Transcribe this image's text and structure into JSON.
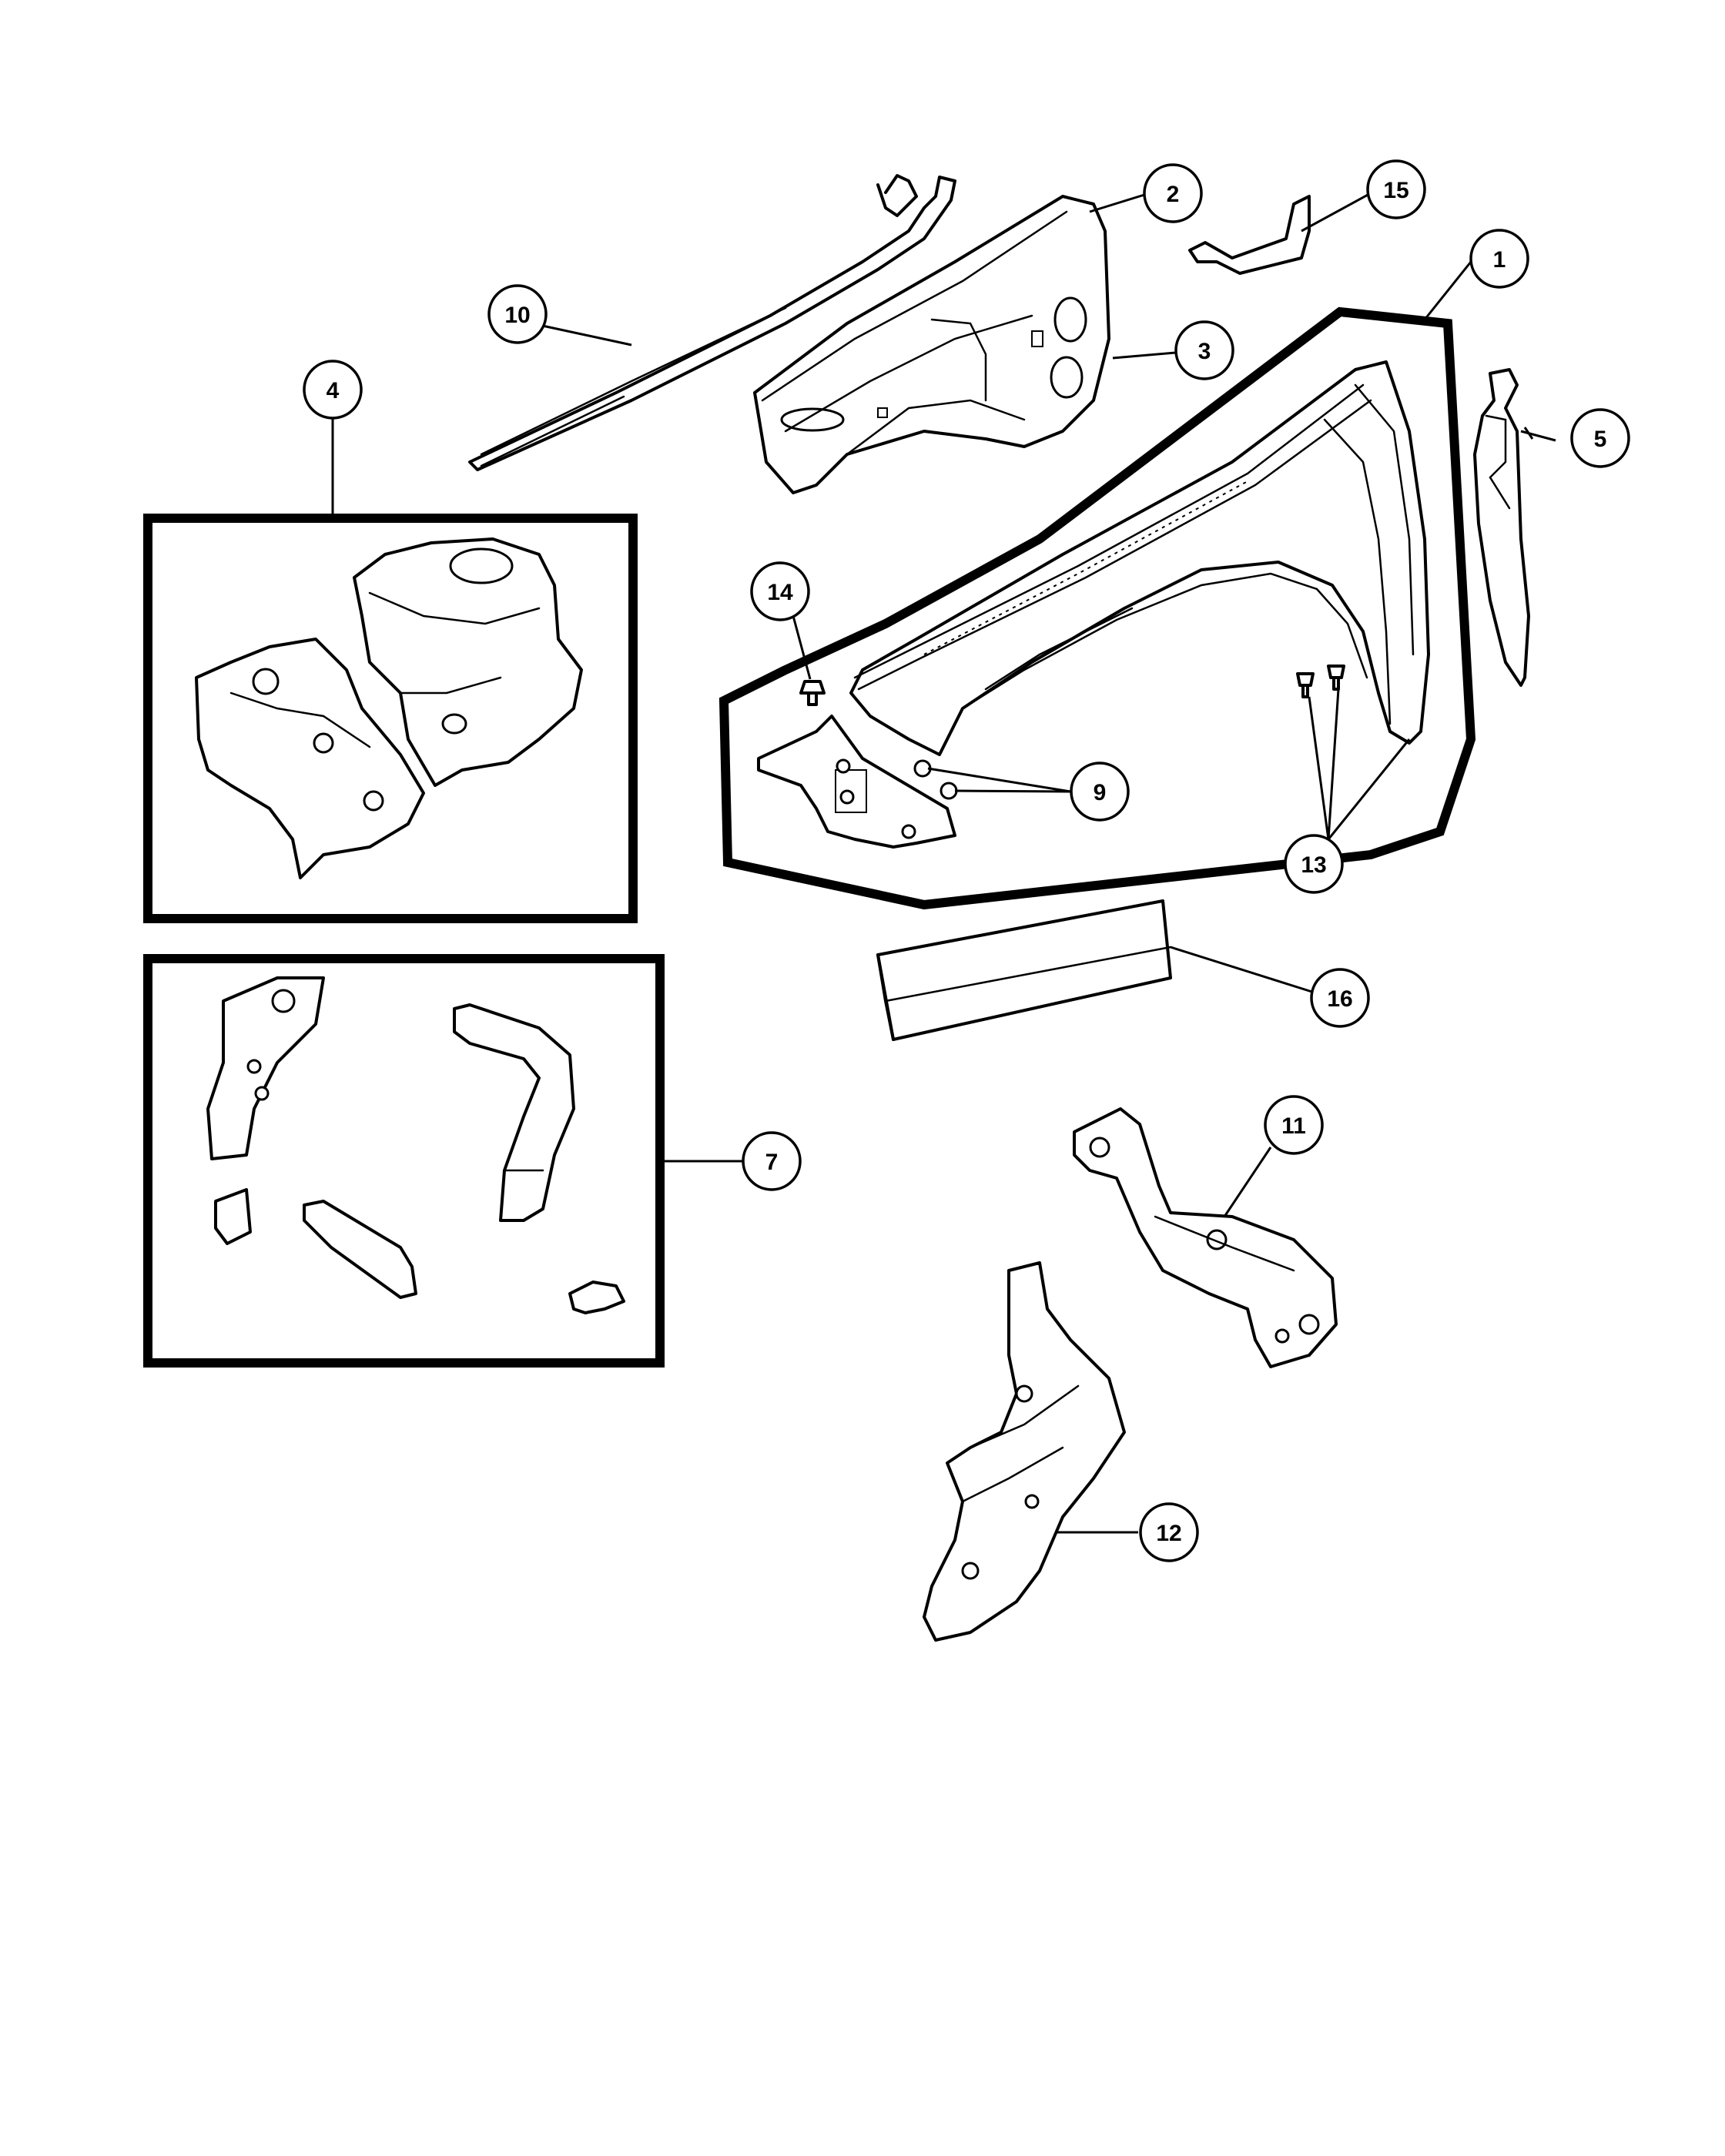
{
  "callouts": {
    "c1": "1",
    "c2": "2",
    "c3": "3",
    "c4": "4",
    "c5": "5",
    "c7": "7",
    "c9": "9",
    "c10": "10",
    "c11": "11",
    "c12": "12",
    "c13": "13",
    "c14": "14",
    "c15": "15",
    "c16": "16"
  }
}
